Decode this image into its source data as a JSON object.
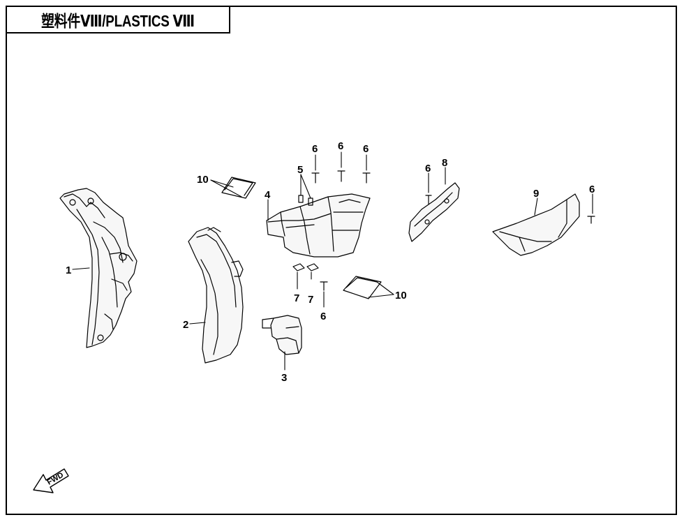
{
  "title": "塑料件Ⅷ/PLASTICS Ⅷ",
  "fwd_label": "FWD",
  "callouts": {
    "c1": "1",
    "c2": "2",
    "c3": "3",
    "c4": "4",
    "c5": "5",
    "c6a": "6",
    "c6b": "6",
    "c6c": "6",
    "c6d": "6",
    "c6e": "6",
    "c6f": "6",
    "c7a": "7",
    "c7b": "7",
    "c8": "8",
    "c9": "9",
    "c10a": "10",
    "c10b": "10"
  }
}
